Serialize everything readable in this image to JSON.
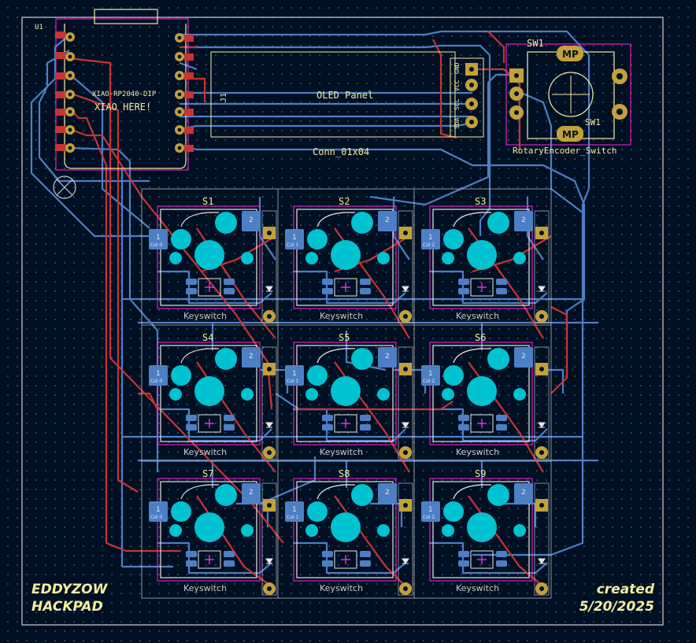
{
  "board": {
    "title_left_line1": "EDDYZOW",
    "title_left_line2": "HACKPAD",
    "title_right_line1": "created",
    "title_right_line2": "5/20/2025"
  },
  "xiao": {
    "ref": "U1",
    "value": "XIAO-RP2040-DIP",
    "note": "XIAO HERE!"
  },
  "oled": {
    "ref": "J1",
    "label": "OLED Panel",
    "value": "Conn_01x04",
    "pin_labels": [
      "SDA",
      "SCL",
      "VCC",
      "GND"
    ]
  },
  "encoder": {
    "ref": "SW1",
    "ref_fab": "SW1",
    "value": "RotaryEncoder_Switch",
    "mp_label": "MP"
  },
  "switches": [
    {
      "ref": "S1",
      "value": "Keyswitch",
      "col": "Col 0"
    },
    {
      "ref": "S2",
      "value": "Keyswitch",
      "col": "Col 1"
    },
    {
      "ref": "S3",
      "value": "Keyswitch",
      "col": "Col 2"
    },
    {
      "ref": "S4",
      "value": "Keyswitch",
      "col": "Col 0"
    },
    {
      "ref": "S5",
      "value": "Keyswitch",
      "col": "Col 1"
    },
    {
      "ref": "S6",
      "value": "Keyswitch",
      "col": "Col 2"
    },
    {
      "ref": "S7",
      "value": "Keyswitch",
      "col": "Col 0"
    },
    {
      "ref": "S8",
      "value": "Keyswitch",
      "col": "Col 1"
    },
    {
      "ref": "S9",
      "value": "Keyswitch",
      "col": "Col 2"
    }
  ],
  "pad_labels": {
    "pin1": "1",
    "pin2": "2"
  },
  "colors": {
    "background": "#001023",
    "edge_cuts": "#d0d2cd",
    "silkscreen": "#f2eda1",
    "courtyard": "#ff26e2",
    "front_copper": "#c83434",
    "back_copper": "#4d7fc4",
    "pad_gold": "#c2a13a",
    "npth": "#00c2d1"
  }
}
